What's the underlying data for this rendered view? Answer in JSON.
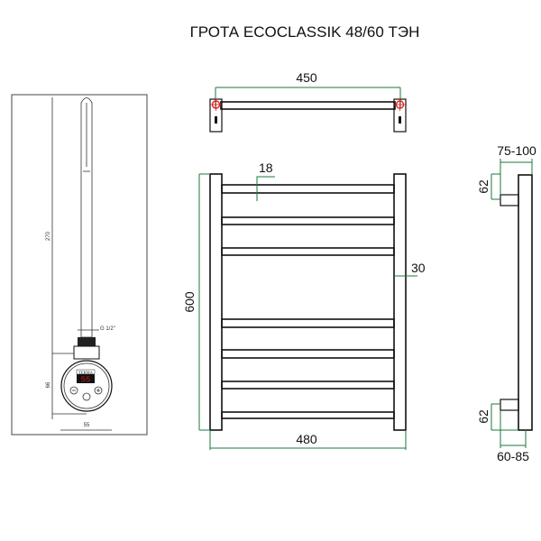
{
  "title": "ГРОТА ECOCLASSIK 48/60 ТЭН",
  "colors": {
    "dimension": "#1a7a3a",
    "outline": "#111111",
    "mount_marker": "#e02020",
    "display": "#d01818"
  },
  "heater": {
    "dim_length": "270",
    "dim_thread": "G 1/2\"",
    "dim_head_height": "66",
    "dim_head_width": "55",
    "brand_label": "TERMA",
    "display_value": "55"
  },
  "top_view": {
    "dim_width": "450"
  },
  "front_view": {
    "dim_rail": "18",
    "dim_post": "30",
    "dim_height": "600",
    "dim_width": "480"
  },
  "side_view": {
    "dim_depth_top": "75-100",
    "dim_bracket_top": "62",
    "dim_bracket_bottom": "62",
    "dim_depth_bottom": "60-85"
  }
}
